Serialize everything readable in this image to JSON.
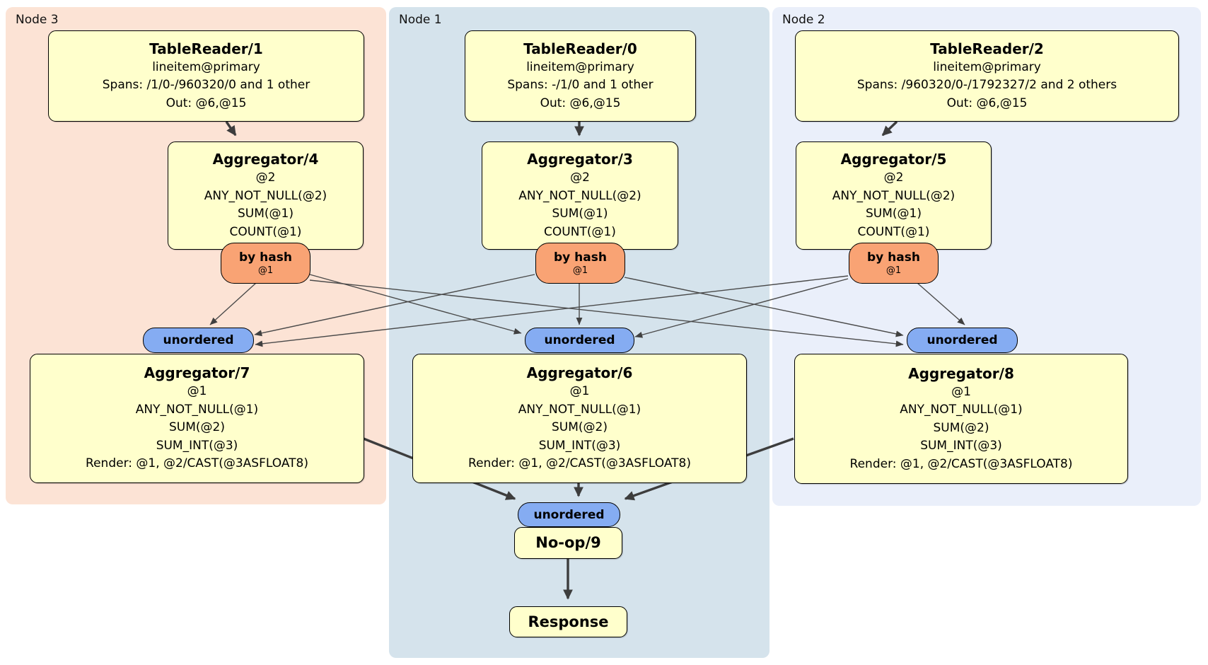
{
  "regions": [
    {
      "label": "Node 3",
      "color": "#fce3d5"
    },
    {
      "label": "Node 1",
      "color": "#d5e3ec"
    },
    {
      "label": "Node 2",
      "color": "#eaeffa"
    }
  ],
  "colors": {
    "canvas": "#ffffff",
    "operator_fill": "#ffffcc",
    "router_hash_fill": "#f9a374",
    "sync_unordered_fill": "#85acf2",
    "edge": "#404040"
  },
  "routers": {
    "by_hash_label": "by hash",
    "by_hash_key": "@1",
    "unordered_label": "unordered"
  },
  "operators": {
    "tablereader1": {
      "title": "TableReader/1",
      "lines": [
        "lineitem@primary",
        "Spans: /1/0-/960320/0 and 1 other",
        "Out: @6,@15"
      ]
    },
    "tablereader0": {
      "title": "TableReader/0",
      "lines": [
        "lineitem@primary",
        "Spans: -/1/0 and 1 other",
        "Out: @6,@15"
      ]
    },
    "tablereader2": {
      "title": "TableReader/2",
      "lines": [
        "lineitem@primary",
        "Spans: /960320/0-/1792327/2 and 2 others",
        "Out: @6,@15"
      ]
    },
    "aggregator4": {
      "title": "Aggregator/4",
      "lines": [
        "@2",
        "ANY_NOT_NULL(@2)",
        "SUM(@1)",
        "COUNT(@1)"
      ]
    },
    "aggregator3": {
      "title": "Aggregator/3",
      "lines": [
        "@2",
        "ANY_NOT_NULL(@2)",
        "SUM(@1)",
        "COUNT(@1)"
      ]
    },
    "aggregator5": {
      "title": "Aggregator/5",
      "lines": [
        "@2",
        "ANY_NOT_NULL(@2)",
        "SUM(@1)",
        "COUNT(@1)"
      ]
    },
    "aggregator7": {
      "title": "Aggregator/7",
      "lines": [
        "@1",
        "ANY_NOT_NULL(@1)",
        "SUM(@2)",
        "SUM_INT(@3)",
        "Render: @1, @2/CAST(@3ASFLOAT8)"
      ]
    },
    "aggregator6": {
      "title": "Aggregator/6",
      "lines": [
        "@1",
        "ANY_NOT_NULL(@1)",
        "SUM(@2)",
        "SUM_INT(@3)",
        "Render: @1, @2/CAST(@3ASFLOAT8)"
      ]
    },
    "aggregator8": {
      "title": "Aggregator/8",
      "lines": [
        "@1",
        "ANY_NOT_NULL(@1)",
        "SUM(@2)",
        "SUM_INT(@3)",
        "Render: @1, @2/CAST(@3ASFLOAT8)"
      ]
    },
    "noop": {
      "title": "No-op/9"
    },
    "response": {
      "title": "Response"
    }
  }
}
